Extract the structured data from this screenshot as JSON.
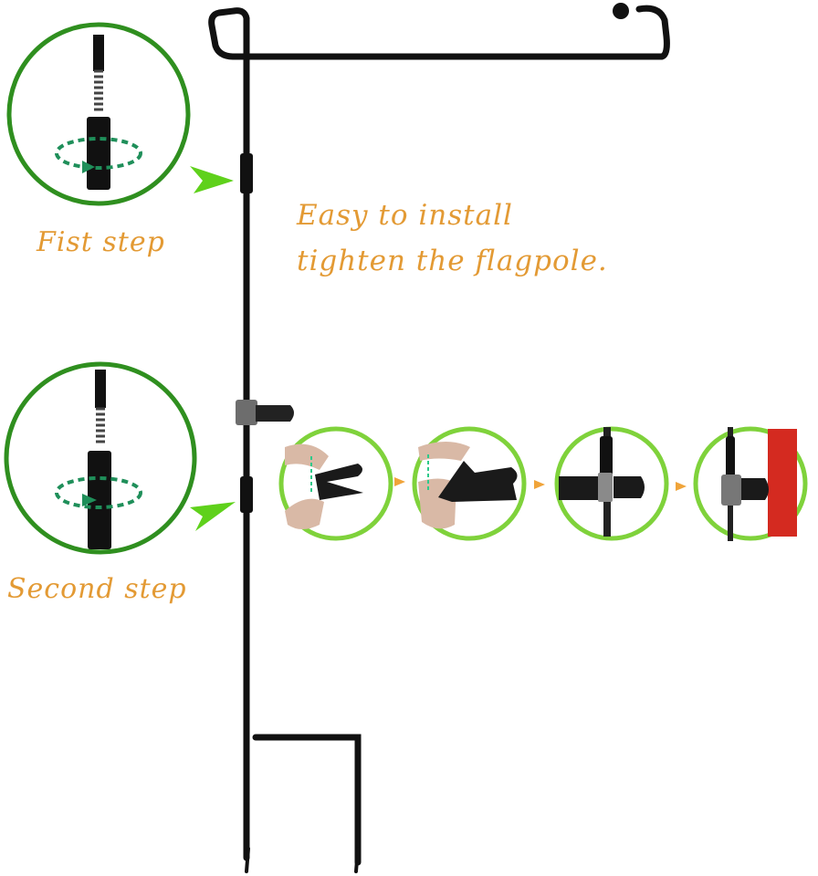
{
  "captions": {
    "first_step": "Fist step",
    "second_step": "Second step",
    "headline_line1": "Easy to install",
    "headline_line2": "tighten the flagpole."
  },
  "colors": {
    "caption": "#e39a34",
    "step_circle": "#2f8f1f",
    "clip_circle": "#7fd23b",
    "pointer_arrow": "#5fd11b",
    "sequence_arrow": "#f0a43a",
    "pole": "#111111"
  },
  "icons": [
    "rotate-arrow-icon",
    "pointer-arrow-icon",
    "sequence-arrow-icon"
  ]
}
